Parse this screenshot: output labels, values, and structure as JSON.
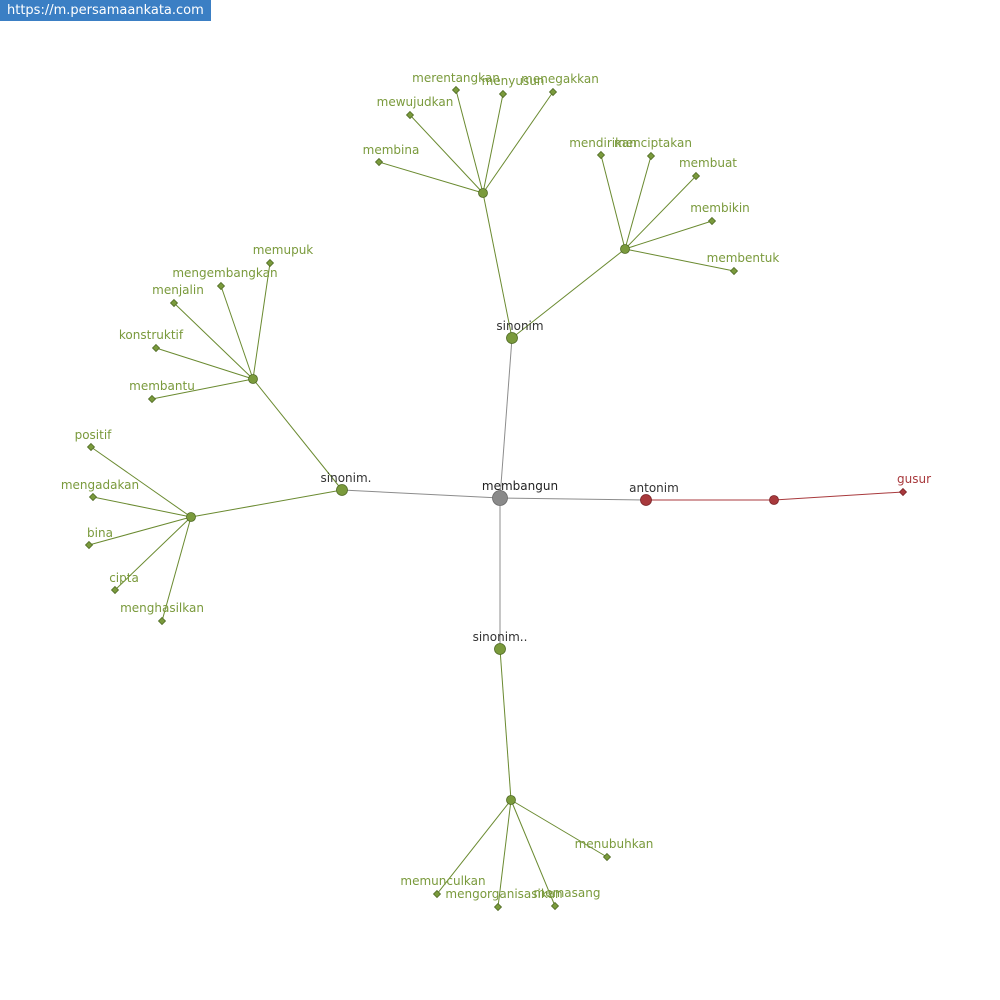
{
  "source_link": "https://m.persamaankata.com",
  "colors": {
    "synonym": "#7a9a3c",
    "synonym_edge": "#6a8a30",
    "antonym": "#a8393c",
    "root": "#8a8a8a",
    "hub_label": "#333333",
    "root_label": "#222222",
    "edge_root": "#8c8c8c"
  },
  "graph": {
    "root": {
      "id": "root",
      "label": "membangun"
    },
    "nodes": [
      {
        "id": "s1",
        "label": "sinonim",
        "kind": "hub-syn"
      },
      {
        "id": "s2",
        "label": "sinonim.",
        "kind": "hub-syn"
      },
      {
        "id": "s3",
        "label": "sinonim..",
        "kind": "hub-syn"
      },
      {
        "id": "a1",
        "label": "antonim",
        "kind": "hub-ant"
      },
      {
        "id": "g1",
        "label": "",
        "kind": "group-syn"
      },
      {
        "id": "g2",
        "label": "",
        "kind": "group-syn"
      },
      {
        "id": "g3",
        "label": "",
        "kind": "group-syn"
      },
      {
        "id": "g4",
        "label": "",
        "kind": "group-syn"
      },
      {
        "id": "g5",
        "label": "",
        "kind": "group-syn"
      },
      {
        "id": "ga",
        "label": "",
        "kind": "group-ant"
      },
      {
        "id": "w1",
        "label": "membina",
        "kind": "leaf-syn"
      },
      {
        "id": "w2",
        "label": "mewujudkan",
        "kind": "leaf-syn"
      },
      {
        "id": "w3",
        "label": "merentangkan",
        "kind": "leaf-syn"
      },
      {
        "id": "w4",
        "label": "menyusun",
        "kind": "leaf-syn"
      },
      {
        "id": "w5",
        "label": "menegakkan",
        "kind": "leaf-syn"
      },
      {
        "id": "w6",
        "label": "mendirikan",
        "kind": "leaf-syn"
      },
      {
        "id": "w7",
        "label": "menciptakan",
        "kind": "leaf-syn"
      },
      {
        "id": "w8",
        "label": "membuat",
        "kind": "leaf-syn"
      },
      {
        "id": "w9",
        "label": "membikin",
        "kind": "leaf-syn"
      },
      {
        "id": "w10",
        "label": "membentuk",
        "kind": "leaf-syn"
      },
      {
        "id": "w11",
        "label": "memupuk",
        "kind": "leaf-syn"
      },
      {
        "id": "w12",
        "label": "mengembangkan",
        "kind": "leaf-syn"
      },
      {
        "id": "w13",
        "label": "menjalin",
        "kind": "leaf-syn"
      },
      {
        "id": "w14",
        "label": "konstruktif",
        "kind": "leaf-syn"
      },
      {
        "id": "w15",
        "label": "membantu",
        "kind": "leaf-syn"
      },
      {
        "id": "w16",
        "label": "positif",
        "kind": "leaf-syn"
      },
      {
        "id": "w17",
        "label": "mengadakan",
        "kind": "leaf-syn"
      },
      {
        "id": "w18",
        "label": "bina",
        "kind": "leaf-syn"
      },
      {
        "id": "w19",
        "label": "cipta",
        "kind": "leaf-syn"
      },
      {
        "id": "w20",
        "label": "menghasilkan",
        "kind": "leaf-syn"
      },
      {
        "id": "w21",
        "label": "menubuhkan",
        "kind": "leaf-syn"
      },
      {
        "id": "w22",
        "label": "memunculkan",
        "kind": "leaf-syn"
      },
      {
        "id": "w23",
        "label": "mengorganisasikan",
        "kind": "leaf-syn"
      },
      {
        "id": "w24",
        "label": "memasang",
        "kind": "leaf-syn"
      },
      {
        "id": "w25",
        "label": "gusur",
        "kind": "leaf-ant"
      }
    ],
    "edges": [
      [
        "root",
        "s1"
      ],
      [
        "root",
        "s2"
      ],
      [
        "root",
        "s3"
      ],
      [
        "root",
        "a1"
      ],
      [
        "s1",
        "g1"
      ],
      [
        "s1",
        "g2"
      ],
      [
        "s2",
        "g3"
      ],
      [
        "s2",
        "g4"
      ],
      [
        "s3",
        "g5"
      ],
      [
        "a1",
        "ga"
      ],
      [
        "g1",
        "w1"
      ],
      [
        "g1",
        "w2"
      ],
      [
        "g1",
        "w3"
      ],
      [
        "g1",
        "w4"
      ],
      [
        "g1",
        "w5"
      ],
      [
        "g2",
        "w6"
      ],
      [
        "g2",
        "w7"
      ],
      [
        "g2",
        "w8"
      ],
      [
        "g2",
        "w9"
      ],
      [
        "g2",
        "w10"
      ],
      [
        "g3",
        "w11"
      ],
      [
        "g3",
        "w12"
      ],
      [
        "g3",
        "w13"
      ],
      [
        "g3",
        "w14"
      ],
      [
        "g3",
        "w15"
      ],
      [
        "g4",
        "w16"
      ],
      [
        "g4",
        "w17"
      ],
      [
        "g4",
        "w18"
      ],
      [
        "g4",
        "w19"
      ],
      [
        "g4",
        "w20"
      ],
      [
        "g5",
        "w21"
      ],
      [
        "g5",
        "w22"
      ],
      [
        "g5",
        "w23"
      ],
      [
        "g5",
        "w24"
      ],
      [
        "ga",
        "w25"
      ]
    ]
  }
}
